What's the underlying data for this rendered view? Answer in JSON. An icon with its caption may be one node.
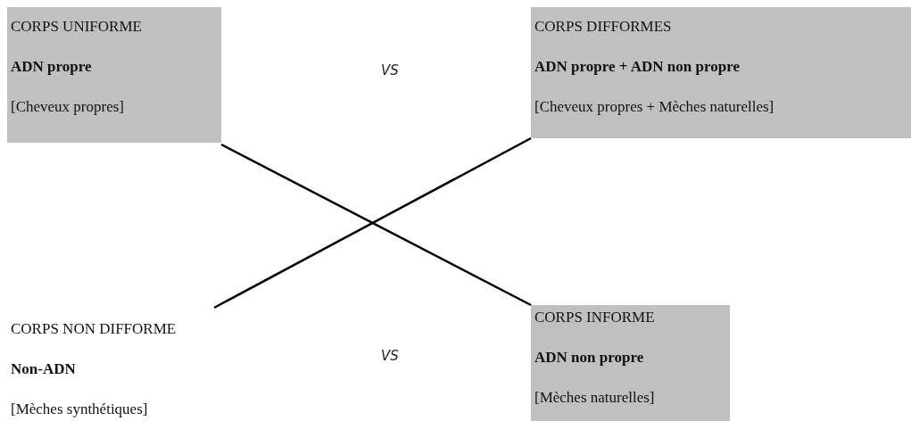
{
  "diagram": {
    "nodes": [
      {
        "text": [
          "CORPS UNIFORME",
          "ADN propre",
          "[Cheveux propres]"
        ]
      },
      {
        "text": [
          "CORPS DIFFORMES",
          "ADN propre + ADN non propre",
          "[Cheveux propres + Mèches naturelles]"
        ]
      },
      {
        "text": [
          "CORPS NON DIFFORME",
          "Non-ADN",
          "[Mèches synthétiques]"
        ]
      },
      {
        "text": [
          "CORPS INFORME",
          "ADN non propre",
          "[Mèches naturelles]"
        ]
      }
    ],
    "edges": [
      {
        "from": 0,
        "to": 3,
        "arrow": "none"
      },
      {
        "from": 2,
        "to": 1,
        "arrow": "none"
      }
    ],
    "labels": [
      "VS",
      "VS"
    ]
  }
}
